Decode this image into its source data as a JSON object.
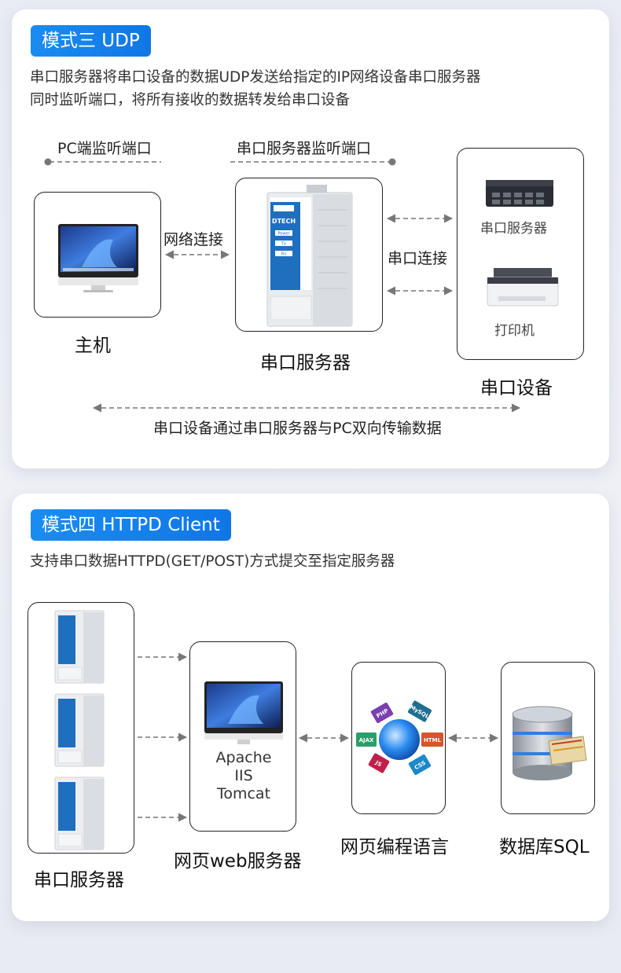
{
  "section1": {
    "tag": "模式三 UDP",
    "desc_line1": "串口服务器将串口设备的数据UDP发送给指定的IP网络设备串口服务器",
    "desc_line2": "同时监听端口，将所有接收的数据转发给串口设备",
    "pc_port_label": "PC端监听端口",
    "server_port_label": "串口服务器监听端口",
    "network_label": "网络连接",
    "serial_label": "串口连接",
    "host_label": "主机",
    "server_label": "串口服务器",
    "device_group_label": "串口设备",
    "device1_label": "串口服务器",
    "device2_label": "打印机",
    "bottom_label": "串口设备通过串口服务器与PC双向传输数据",
    "device_brand": "DTECH",
    "device_leds": [
      "Power",
      "Tx",
      "Rx"
    ]
  },
  "section2": {
    "tag": "模式四 HTTPD Client",
    "desc": "支持串口数据HTTPD(GET/POST)方式提交至指定服务器",
    "web_servers": [
      "Apache",
      "IIS",
      "Tomcat"
    ],
    "serial_servers_label": "串口服务器",
    "web_server_label": "网页web服务器",
    "lang_label": "网页编程语言",
    "db_label": "数据库SQL",
    "lang_badges": [
      "PHP",
      "MySQL",
      "AJAX",
      "HTML",
      "JS",
      "CSS"
    ]
  },
  "colors": {
    "accent": "#1a8cf0",
    "dash": "#777777"
  }
}
